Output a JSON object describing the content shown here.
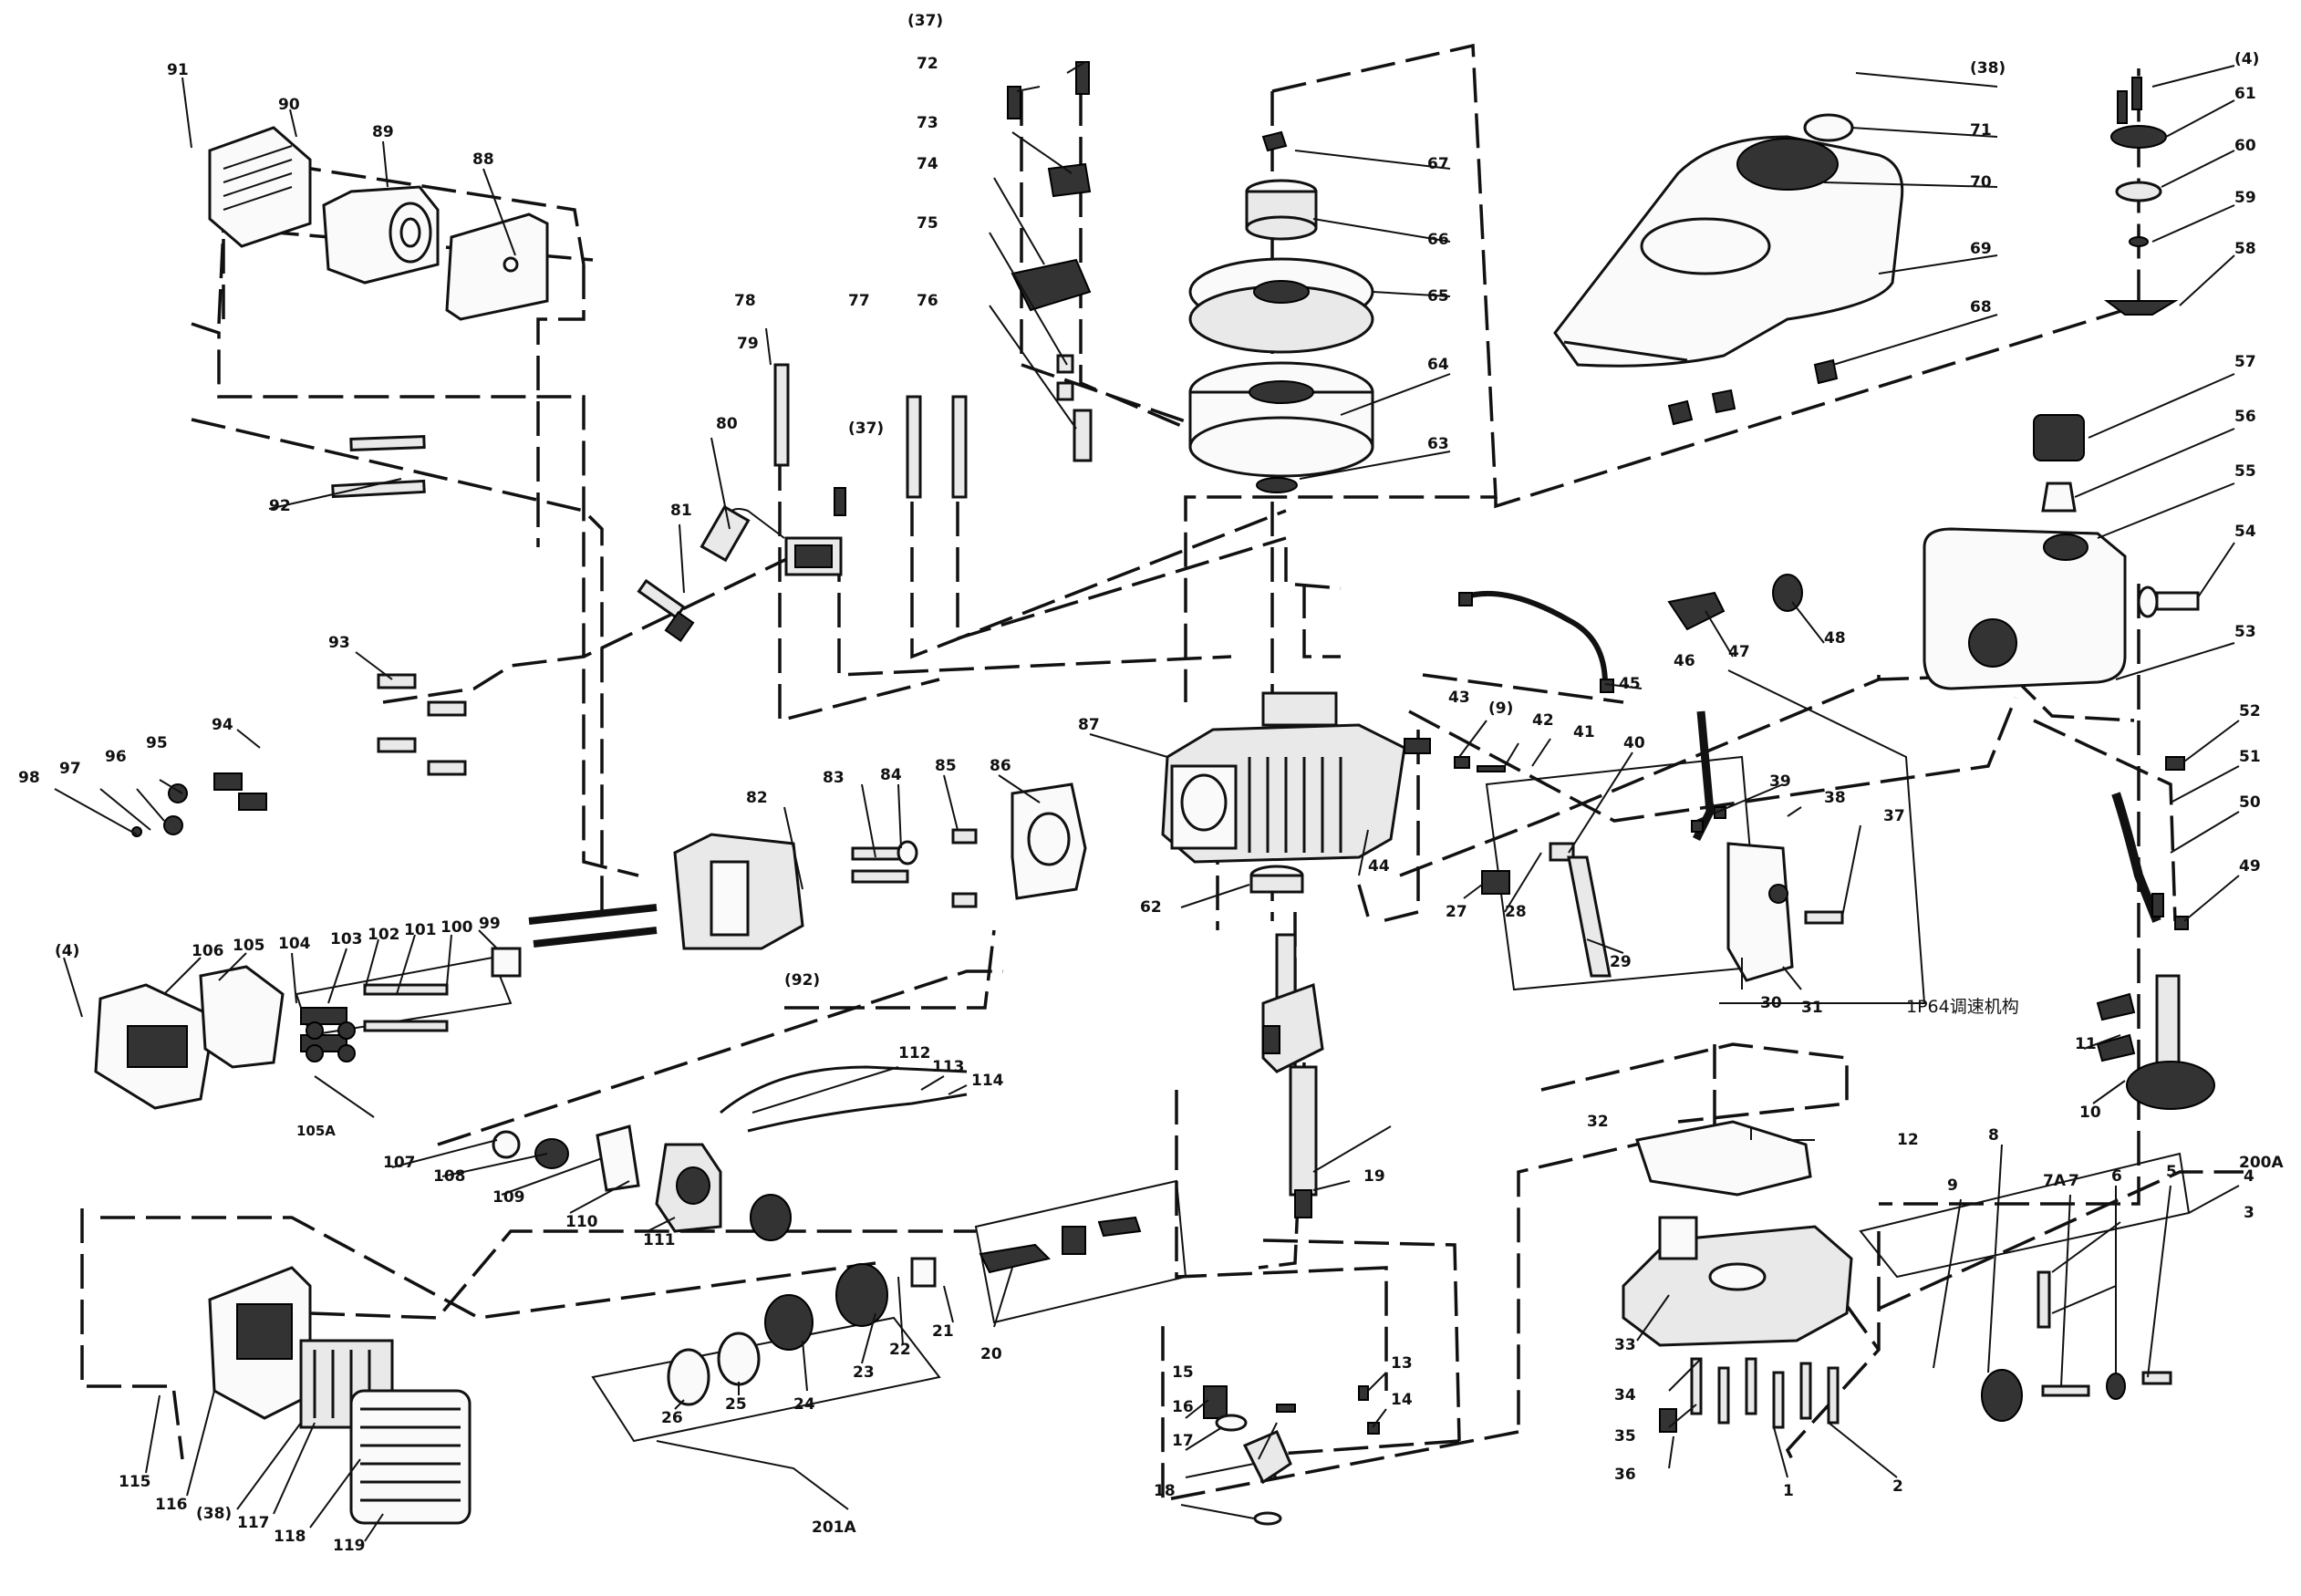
{
  "diagram": {
    "title": "",
    "note_label": "1P64调速机构",
    "callouts": {
      "c1": "1",
      "c2": "2",
      "c3": "3",
      "c4": "4",
      "c5": "5",
      "c6": "6",
      "c7": "7",
      "c7a": "7A",
      "c8": "8",
      "c9": "9",
      "c10": "10",
      "c11": "11",
      "c12": "12",
      "c13": "13",
      "c14": "14",
      "c15": "15",
      "c16": "16",
      "c17": "17",
      "c18": "18",
      "c19": "19",
      "c20": "20",
      "c21": "21",
      "c22": "22",
      "c23": "23",
      "c24": "24",
      "c25": "25",
      "c26": "26",
      "c27": "27",
      "c28": "28",
      "c29": "29",
      "c30": "30",
      "c31": "31",
      "c32": "32",
      "c33": "33",
      "c34": "34",
      "c35": "35",
      "c36": "36",
      "c37": "37",
      "c38": "38",
      "c39": "39",
      "c40": "40",
      "c41": "41",
      "c42": "42",
      "c43": "43",
      "c44": "44",
      "c45": "45",
      "c46": "46",
      "c47": "47",
      "c48": "48",
      "c49": "49",
      "c50": "50",
      "c51": "51",
      "c52": "52",
      "c53": "53",
      "c54": "54",
      "c55": "55",
      "c56": "56",
      "c57": "57",
      "c58": "58",
      "c59": "59",
      "c60": "60",
      "c61": "61",
      "c62": "62",
      "c63": "63",
      "c64": "64",
      "c65": "65",
      "c66": "66",
      "c67": "67",
      "c68": "68",
      "c69": "69",
      "c70": "70",
      "c71": "71",
      "c72": "72",
      "c73": "73",
      "c74": "74",
      "c75": "75",
      "c76": "76",
      "c77": "77",
      "c78": "78",
      "c79": "79",
      "c80": "80",
      "c81": "81",
      "c82": "82",
      "c83": "83",
      "c84": "84",
      "c85": "85",
      "c86": "86",
      "c87": "87",
      "c88": "88",
      "c89": "89",
      "c90": "90",
      "c91": "91",
      "c92": "92",
      "c93": "93",
      "c94": "94",
      "c95": "95",
      "c96": "96",
      "c97": "97",
      "c98": "98",
      "c99": "99",
      "c100": "100",
      "c101": "101",
      "c102": "102",
      "c103": "103",
      "c104": "104",
      "c105": "105",
      "c106": "106",
      "c107": "107",
      "c108": "108",
      "c109": "109",
      "c110": "110",
      "c111": "111",
      "c112": "112",
      "c113": "113",
      "c114": "114",
      "c115": "115",
      "c116": "116",
      "c117": "117",
      "c118": "118",
      "c119": "119",
      "c200a": "200A",
      "c201a": "201A",
      "c105a": "105A",
      "p37a": "(37)",
      "p37b": "(37)",
      "p38a": "(38)",
      "p38b": "(38)",
      "p4a": "(4)",
      "p4b": "(4)",
      "p9": "(9)",
      "p92": "(92)"
    }
  }
}
